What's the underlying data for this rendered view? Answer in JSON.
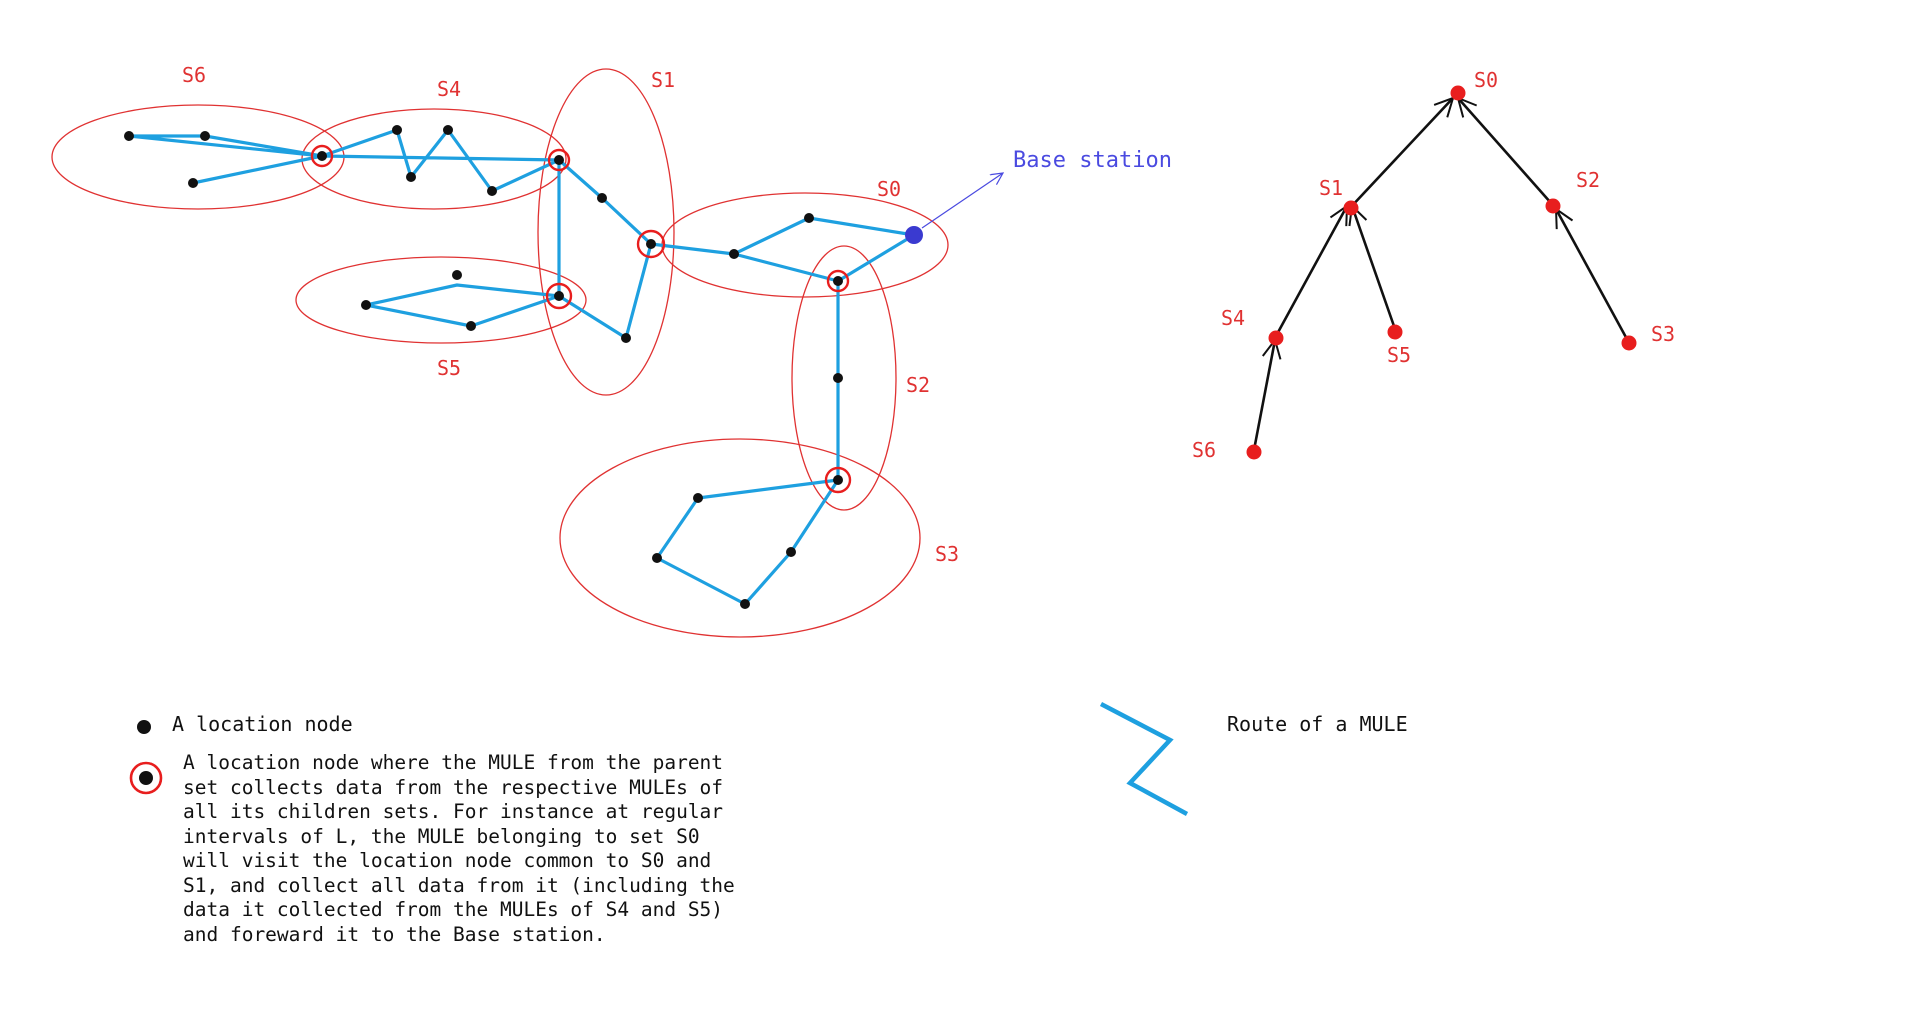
{
  "sets": [
    "S0",
    "S1",
    "S2",
    "S3",
    "S4",
    "S5",
    "S6"
  ],
  "base_station_label": "Base station",
  "tree": {
    "root": "S0",
    "edges": [
      [
        "S1",
        "S0"
      ],
      [
        "S2",
        "S0"
      ],
      [
        "S4",
        "S1"
      ],
      [
        "S5",
        "S1"
      ],
      [
        "S3",
        "S2"
      ],
      [
        "S6",
        "S4"
      ]
    ]
  },
  "legend": {
    "location_node": "A location node",
    "collection_node": "A location node where the MULE from the parent\nset collects data from the respective MULEs of\nall its children sets. For instance at regular\nintervals of L, the MULE belonging to set S0\nwill visit the location node common to S0 and\nS1, and collect all data from it (including the\ndata it collected from the MULEs of S4 and S5)\nand foreward it to the Base station.",
    "route": "Route of a MULE"
  },
  "colors": {
    "route": "#1ea0e0",
    "set_outline": "#e03232",
    "node": "#111111",
    "base_station": "#3a3ad0",
    "tree_node": "#e81e1e",
    "label_red": "#e03232",
    "label_blue": "#4a4ae0"
  }
}
